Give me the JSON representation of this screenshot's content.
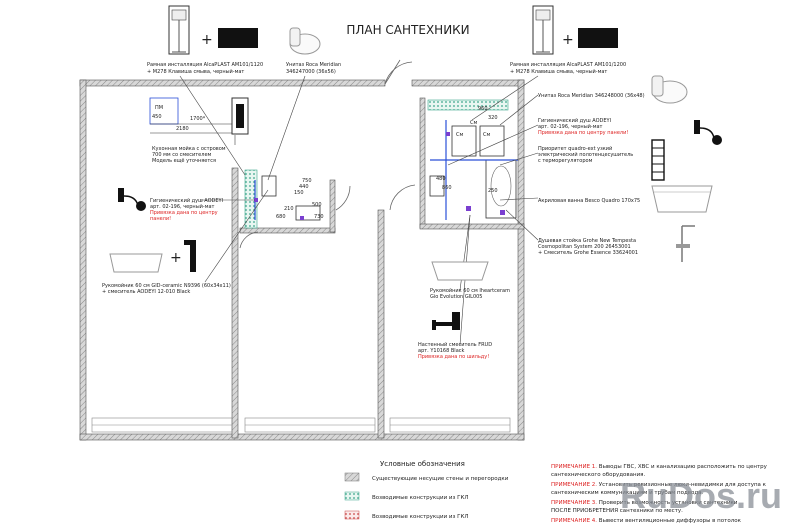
{
  "title": "ПЛАН САНТЕХНИКИ",
  "labels": {
    "install_left": [
      "Рамная инсталляция AlcaPLAST AM101/1120",
      "+ M278 Клавиша смыва, черный-мат"
    ],
    "toilet_left": [
      "Унитаз Roca Meridian",
      "346247000 (36х56)"
    ],
    "install_right": [
      "Рамная инсталляция AlcaPLAST AM101/1200",
      "+ M278 Клавиша смыва, черный-мат"
    ],
    "toilet_right": "Унитаз Roca Meridian 346248000 (36х48)",
    "hyg_shower_right": [
      "Гигиенический душ AODEYI",
      "арт. 02-196, черный-мат"
    ],
    "hyg_shower_right_note": "Привязка дана по центру панели!",
    "towel_dryer": [
      "Приоритет quadro-ext узкий",
      "электрический полотенцесушитель",
      "с терморегулятором"
    ],
    "bath": "Акриловая ванна Besco Quadro 170х75",
    "shower_rack": [
      "Душевая стойка Grohe New Tempesta",
      "Cosmopolitan System 200 26453001",
      "+ Смеситель Grohe Essence 33624001"
    ],
    "kitchen_sink": [
      "Кухонная мойка с островом",
      "700 мм со смесителем",
      "Модель ещё уточняется"
    ],
    "hyg_shower_left": [
      "Гигиенический душ AODEYI",
      "арт. 02-196, черный-мат"
    ],
    "hyg_shower_left_note": [
      "Привязка дана по центру",
      "панели!"
    ],
    "washbasin_left": [
      "Рукомойник 60 см GID-ceramic N9396 (60х34х11)",
      "+ смеситель AODEYI 12-010 Black"
    ],
    "washbasin_right": [
      "Рукомойник 60 см Iheartceram",
      "Gio Evolution GIL005"
    ],
    "wall_mixer": [
      "Настенный смеситель FRUD",
      "арт. Y10168 Black"
    ],
    "wall_mixer_note": "Привязка дана по шильду!",
    "cab_pm": "ПМ",
    "cab_sm1": "Cм",
    "cab_sm2": "Cм",
    "cab_sm3": "Cм"
  },
  "dimensions": {
    "d450": "450",
    "d1700": "1700*",
    "d2180": "2180",
    "d960": "960",
    "d320": "320",
    "d480": "480",
    "d860": "860",
    "d250": "250",
    "d730": "730",
    "d500": "500",
    "d210": "210",
    "d680": "680",
    "d440": "440",
    "d150": "150",
    "d750": "750"
  },
  "legend": {
    "title": "Условные обозначения",
    "items": [
      "Существующие несущие стены и перегородки",
      "Возводимые конструкции из ГКЛ",
      "Возводимые конструкции из ГКЛ"
    ],
    "swatch_colors": [
      "#cfcfcf",
      "#9fd8c8",
      "#e8a0a0"
    ]
  },
  "notes": [
    {
      "prefix": "ПРИМЕЧАНИЕ 1.",
      "text": "Выводы ГВС, ХВС и канализацию расположить по центру"
    },
    {
      "prefix": "",
      "text": "сантехнического оборудования."
    },
    {
      "prefix": "ПРИМЕЧАНИЕ 2.",
      "text": "Установить ревизионные люки-невидимки для доступа к"
    },
    {
      "prefix": "",
      "text": "сантехническим коммуникациям и трубам подвода."
    },
    {
      "prefix": "ПРИМЕЧАНИЕ 3.",
      "text": "Проверить возможность установки сантехники"
    },
    {
      "prefix": "",
      "text": "ПОСЛЕ ПРИОБРЕТЕНИЯ сантехники по месту."
    },
    {
      "prefix": "ПРИМЕЧАНИЕ 4.",
      "text": "Вывести вентиляционные диффузоры в потолок"
    }
  ],
  "watermark": "RuDos.ru"
}
